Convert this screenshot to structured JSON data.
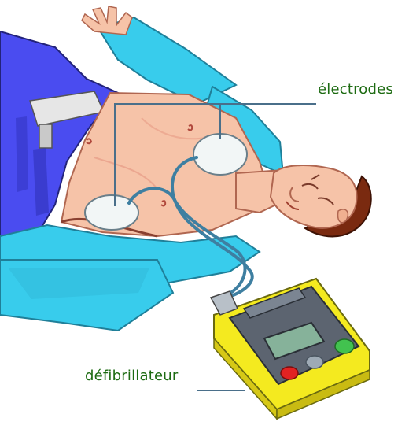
{
  "labels": {
    "electrodes": "électrodes",
    "defibrillator": "défibrillateur"
  },
  "colors": {
    "label_text": "#1d6b12",
    "gown": "#38ccec",
    "gown_dark": "#1f9fbe",
    "trousers": "#4a4cf0",
    "skin": "#f6c3a8",
    "skin_shade": "#e79b86",
    "electrode_pad": "#f2f6f6",
    "cable": "#3e7fa1",
    "hair": "#7a2a10",
    "device_body": "#f4ea1f",
    "device_panel": "#5c6470",
    "device_screen": "#86b29a",
    "button_green": "#42c24f",
    "button_grey": "#9eaab5",
    "button_red": "#e22222",
    "leader_line": "#4a6f8a"
  },
  "icons": {
    "figure": "patient-lying-illustration",
    "device": "defibrillator-device-illustration",
    "pads": "electrode-pads"
  }
}
